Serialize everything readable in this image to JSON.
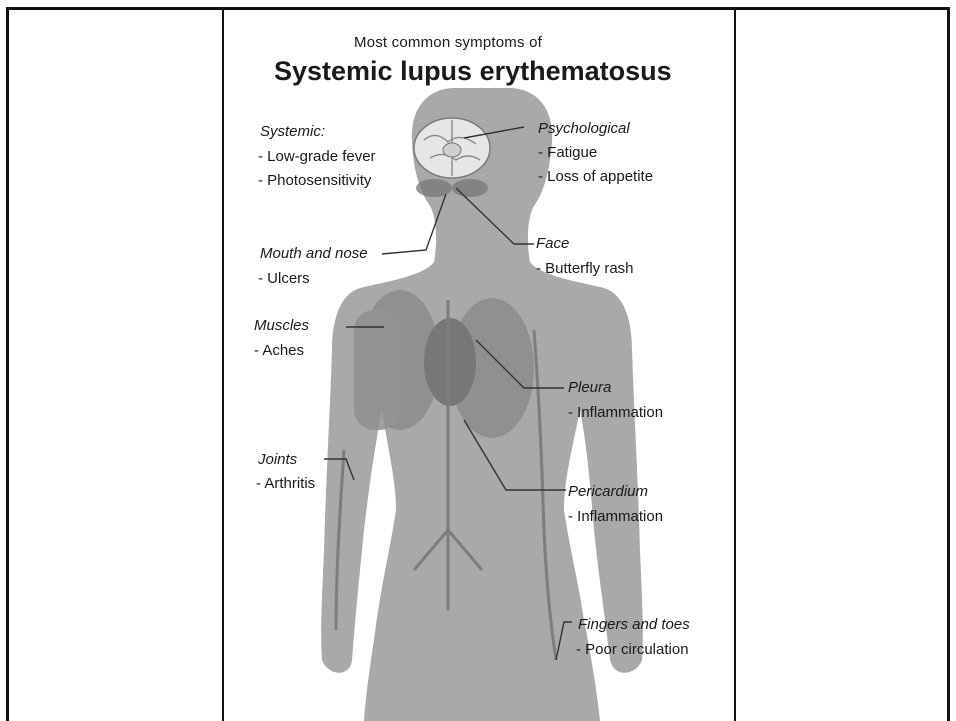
{
  "subtitle": "Most common symptoms of",
  "title": "Systemic lupus erythematosus",
  "labels": {
    "systemic": {
      "heading": "Systemic:",
      "items": [
        "- Low-grade fever",
        "- Photosensitivity"
      ]
    },
    "psychological": {
      "heading": "Psychological",
      "items": [
        "- Fatigue",
        "- Loss of appetite"
      ]
    },
    "mouth_nose": {
      "heading": "Mouth and nose",
      "items": [
        "- Ulcers"
      ]
    },
    "face": {
      "heading": "Face",
      "items": [
        "- Butterfly rash"
      ]
    },
    "muscles": {
      "heading": "Muscles",
      "items": [
        "- Aches"
      ]
    },
    "pleura": {
      "heading": "Pleura",
      "items": [
        "- Inflammation"
      ]
    },
    "joints": {
      "heading": "Joints",
      "items": [
        "- Arthritis"
      ]
    },
    "pericardium": {
      "heading": "Pericardium",
      "items": [
        "- Inflammation"
      ]
    },
    "fingers_toes": {
      "heading": "Fingers and toes",
      "items": [
        "- Poor circulation"
      ]
    }
  },
  "colors": {
    "silhouette": "#a9a9a9",
    "organ": "#8a8a8a",
    "line": "#333333"
  }
}
